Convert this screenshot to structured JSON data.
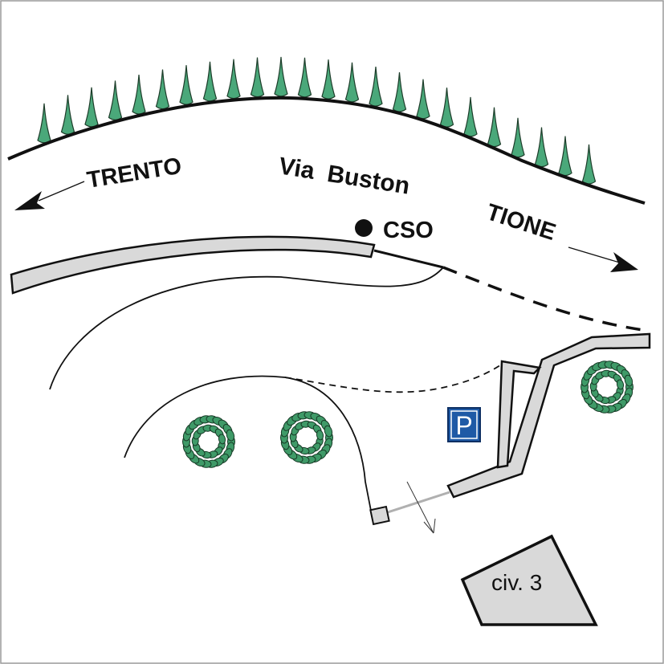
{
  "map": {
    "labels": {
      "trento": "TRENTO",
      "tione": "TIONE",
      "street": "Via  Buston",
      "cso": "CSO",
      "building": "civ. 3"
    },
    "parking": {
      "symbol": "P",
      "color": "#1f5aa6"
    },
    "colors": {
      "tree_cone": "#4aa87a",
      "bush": "#3f9a68",
      "wall_fill": "#d9d9d9",
      "building_fill": "#d9d9d9",
      "frame": "#9a9a9a"
    }
  }
}
